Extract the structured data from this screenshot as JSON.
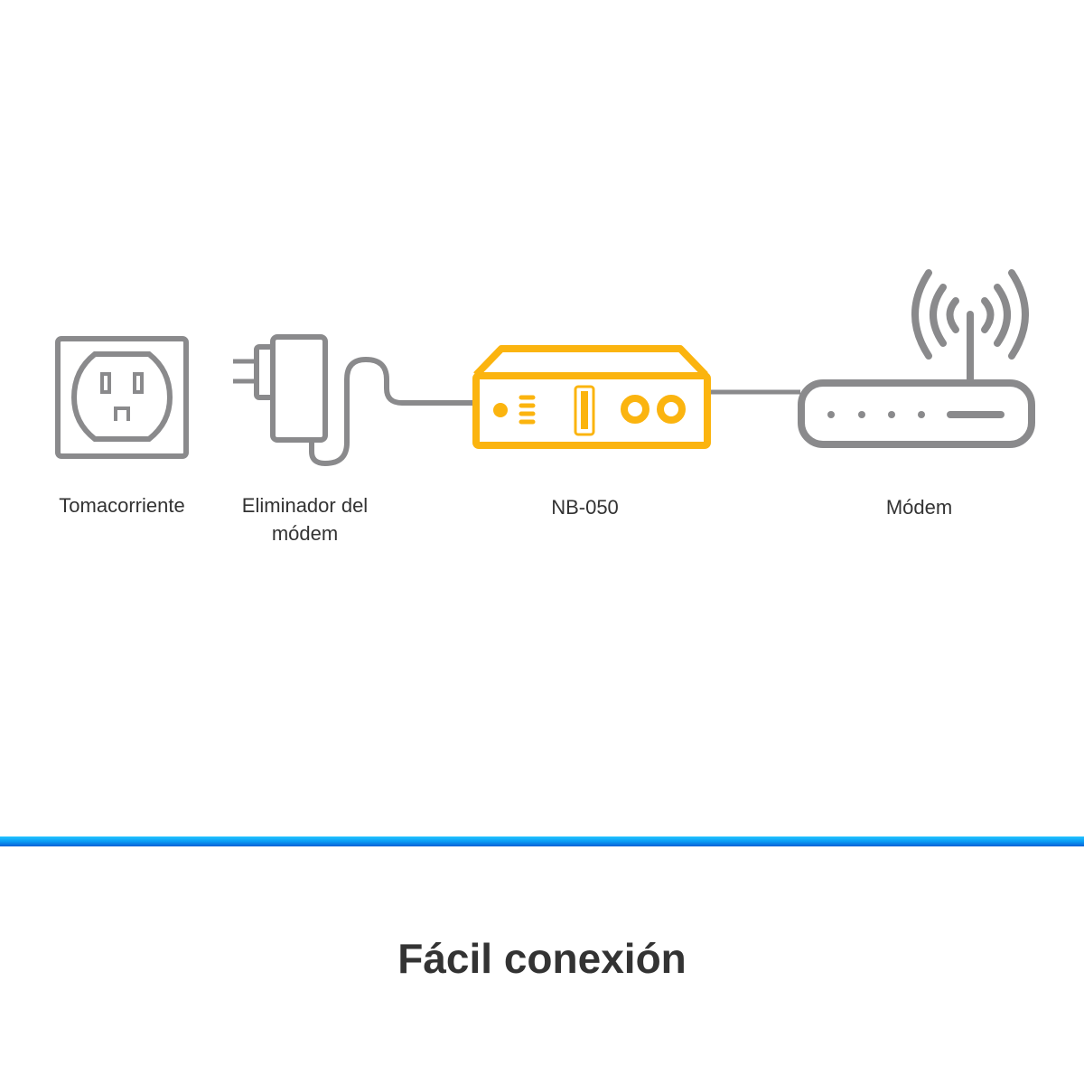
{
  "labels": {
    "outlet": "Tomacorriente",
    "adapter": "Eliminador del módem",
    "device": "NB-050",
    "modem": "Módem"
  },
  "title": "Fácil conexión",
  "colors": {
    "gray": "#8a8a8c",
    "accent": "#fbb40f",
    "bar": "#0a9cf5",
    "text": "#333333"
  }
}
